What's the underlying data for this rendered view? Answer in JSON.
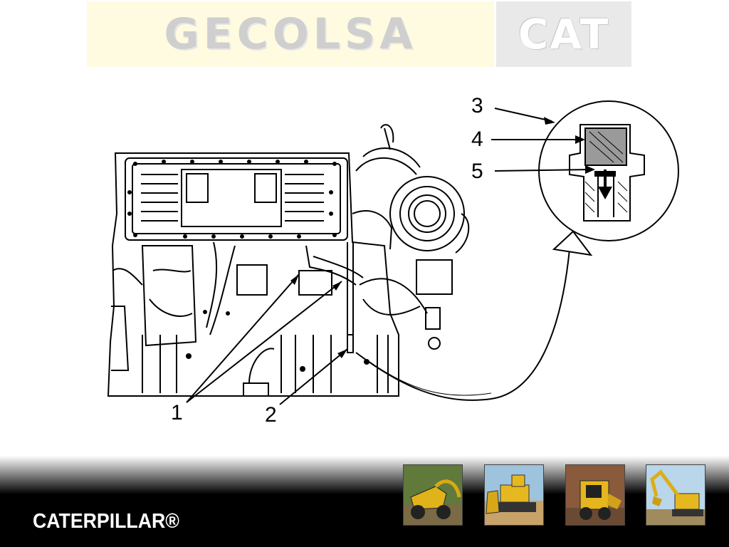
{
  "header": {
    "dealer_logo_text": "GECOLSA",
    "brand_logo_text": "CAT"
  },
  "diagram": {
    "callouts": [
      "1",
      "2",
      "3",
      "4",
      "5"
    ]
  },
  "footer": {
    "brand_text": "CATERPILLAR®",
    "thumbnails": [
      "forestry-machine-photo",
      "bulldozer-photo",
      "skid-steer-loader-photo",
      "excavator-photo"
    ]
  }
}
